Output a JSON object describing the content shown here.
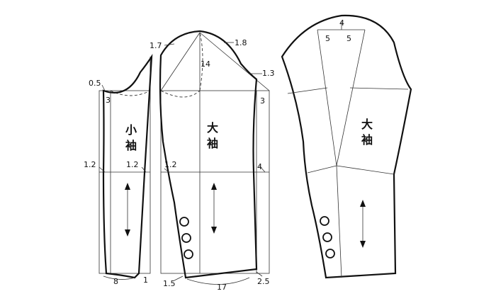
{
  "pieces": {
    "under_sleeve": {
      "label_line1": "小",
      "label_line2": "袖"
    },
    "top_sleeve": {
      "label_line1": "大",
      "label_line2": "袖"
    },
    "final_sleeve": {
      "label_line1": "大",
      "label_line2": "袖"
    }
  },
  "measurements": {
    "m_0_5": "0.5",
    "m_3_left": "3",
    "m_1_2_a": "1.2",
    "m_1_2_b": "1.2",
    "m_1_2_c": "1.2",
    "m_8": "8",
    "m_1": "1",
    "m_1_7": "1.7",
    "m_1_8": "1.8",
    "m_14": "14",
    "m_1_3": "1.3",
    "m_3_right": "3",
    "m_4_side": "4",
    "m_1_5": "1.5",
    "m_17": "17",
    "m_2_5": "2.5",
    "m_4_top": "4",
    "m_5_left": "5",
    "m_5_right": "5"
  }
}
